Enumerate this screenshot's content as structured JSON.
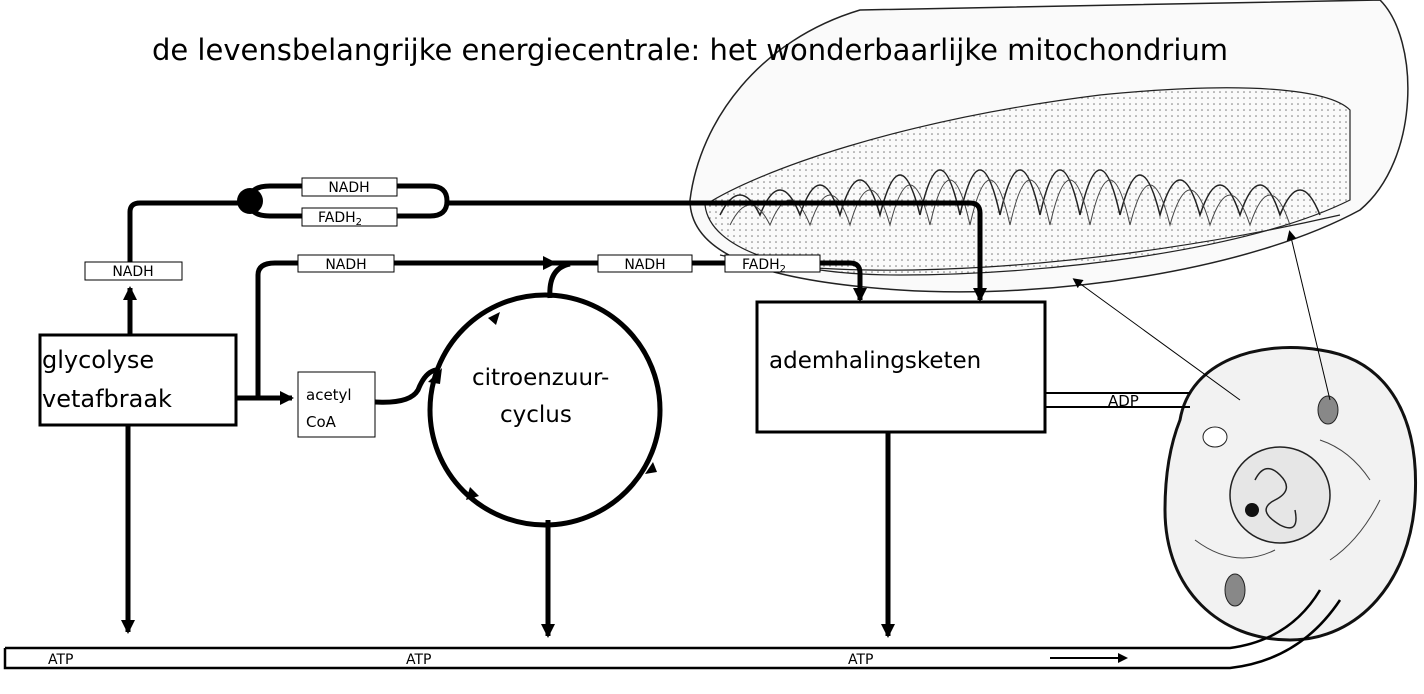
{
  "title": "de levensbelangrijke energiecentrale: het wonderbaarlijke mitochondrium",
  "processes": {
    "glycolyse_line1": "glycolyse",
    "glycolyse_line2": "vetafbraak",
    "citroenzuur_line1": "citroenzuur-",
    "citroenzuur_line2": "cyclus",
    "ademhalingsketen": "ademhalingsketen",
    "acetyl_line1": "acetyl",
    "acetyl_line2": "CoA"
  },
  "carriers": {
    "nadh_glycolyse": "NADH",
    "nadh_loop": "NADH",
    "fadh_loop": "FADH",
    "nadh_acetyl": "NADH",
    "nadh_cycle": "NADH",
    "fadh_cycle": "FADH",
    "subscript": "2"
  },
  "adp": "ADP",
  "atp": [
    "ATP",
    "ATP",
    "ATP"
  ]
}
